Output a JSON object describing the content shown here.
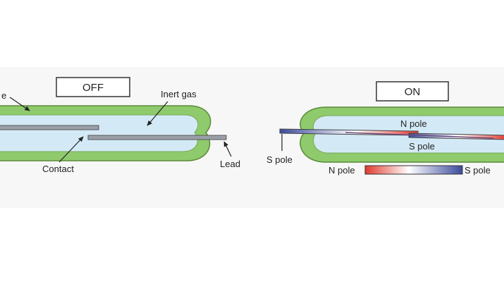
{
  "off_panel": {
    "state_label": "OFF",
    "glass_label": "e",
    "inert_gas_label": "Inert gas",
    "contact_label": "Contact",
    "lead_label": "Lead"
  },
  "on_panel": {
    "state_label": "ON",
    "upper_reed_label": "N pole",
    "lower_reed_label": "S pole",
    "lead_label": "S pole",
    "scale_left_label": "N pole",
    "scale_right_label": "S pole"
  },
  "colors": {
    "glass": "#8fca6c",
    "glass_outline": "#5a8a3a",
    "gas": "#d3eaf6",
    "reed": "#9aa0a8",
    "n_pole": "#e03a2e",
    "s_pole": "#3a4a9c"
  }
}
